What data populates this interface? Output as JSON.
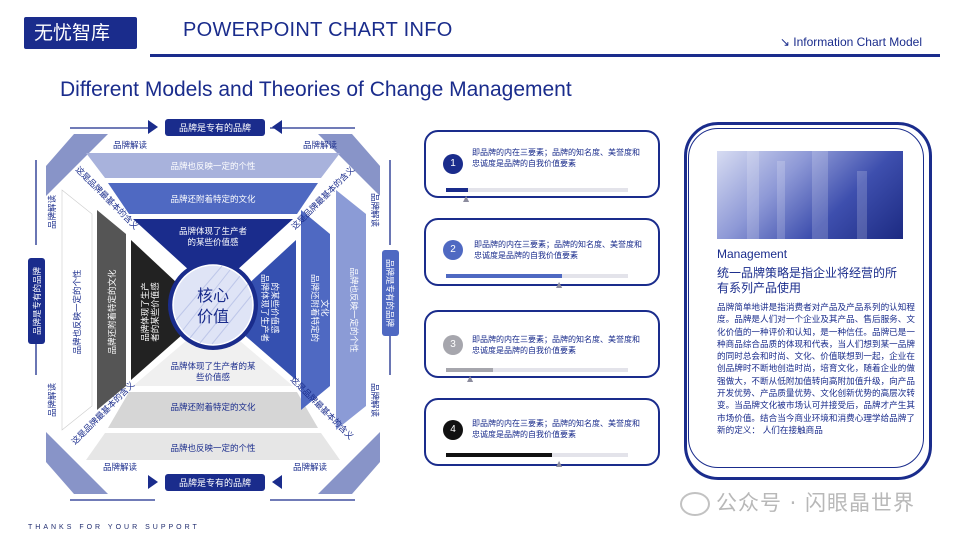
{
  "header": {
    "logo": "无忧智库",
    "title": "POWERPOINT CHART INFO",
    "tag": "Information Chart Model",
    "tag_icon": "arrow-down-right-icon"
  },
  "page_title": "Different Models and Theories of Change Management",
  "diagram": {
    "center": {
      "line1": "核心",
      "line2": "价值"
    },
    "top_tab": "品牌是专有的品牌",
    "bottom_tab": "品牌是专有的品牌",
    "left_tab": "品牌是专有的品牌",
    "right_tab": "品牌是专有的品牌",
    "corner_label": "品牌解读",
    "diag_label": "这是品牌最基本的含义",
    "top_bands": [
      "品牌也反映一定的个性",
      "品牌还附着特定的文化",
      "品牌体现了生产者",
      "的某些价值感"
    ],
    "bottom_bands": [
      "品牌体现了生产者的某",
      "些价值感",
      "品牌还附着特定的文化",
      "品牌也反映一定的个性"
    ],
    "left_bands": [
      "品牌也反映一定的个性",
      "品牌还附着特定的文化",
      "品牌体现了生产",
      "者的某些价值感"
    ],
    "right_bands": [
      "品牌体现了生产者",
      "的某些价值感",
      "品牌还附着特定的",
      "文化",
      "品牌也反映一定的个性"
    ]
  },
  "cards": [
    {
      "num": "1",
      "text": "即品牌的内在三要素；品牌的知名度、美誉度和忠诚度是品牌的自我价值要素",
      "progress": 0.12,
      "color": "#1a2c8c"
    },
    {
      "num": "2",
      "text": "即品牌的内在三要素；品牌的知名度、美誉度和忠诚度是品牌的自我价值要素",
      "progress": 0.64,
      "color": "#4f69c2"
    },
    {
      "num": "3",
      "text": "即品牌的内在三要素；品牌的知名度、美誉度和忠诚度是品牌的自我价值要素",
      "progress": 0.26,
      "color": "#a6a6ad"
    },
    {
      "num": "4",
      "text": "即品牌的内在三要素；品牌的知名度、美誉度和忠诚度是品牌的自我价值要素",
      "progress": 0.58,
      "color": "#111111"
    }
  ],
  "panel": {
    "label": "Management",
    "headline": "统一品牌策略是指企业将经营的所有系列产品使用",
    "body": "品牌简单地讲是指消费者对产品及产品系列的认知程度。品牌是人们对一个企业及其产品、售后服务、文化价值的一种评价和认知，是一种信任。品牌已是一种商品综合品质的体现和代表，当人们想到某一品牌的同时总会和时尚、文化、价值联想到一起，企业在创品牌时不断地创造时尚，培育文化，随着企业的做强做大，不断从低附加值转向高附加值升级，向产品开发优势、产品质量优势、文化创新优势的高层次转变。当品牌文化被市场认可并接受后，品牌才产生其市场价值。结合当今商业环境和消费心理学给品牌了新的定义：  人们在接触商品"
  },
  "footer": "THANKS FOR YOUR SUPPORT",
  "watermark": "公众号 · 闪眼晶世界"
}
